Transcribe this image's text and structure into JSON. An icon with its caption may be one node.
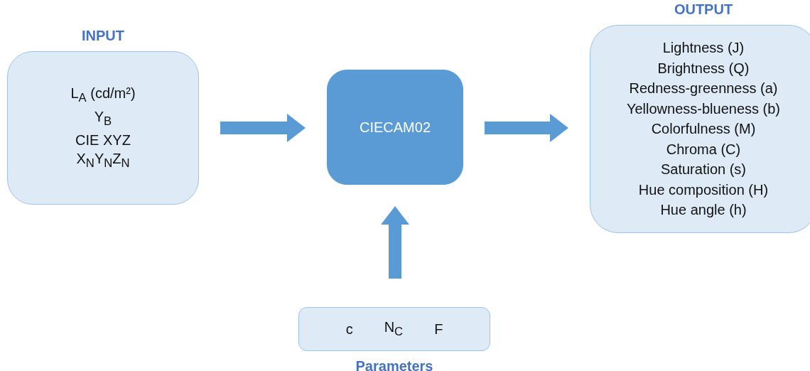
{
  "diagram": {
    "nodes": [
      {
        "text": [
          "INPUT",
          "L$_{A}$ (cd/m²)",
          "Y$_{B}$",
          "CIE XYZ",
          "X$_{N}$Y$_{N}$Z$_{N}$"
        ]
      },
      {
        "text": [
          "CIECAM02"
        ]
      },
      {
        "text": [
          "OUTPUT",
          "Lightness (J)",
          "Brightness (Q)",
          "Redness-greenness (a)",
          "Yellowness-blueness (b)",
          "Colorfulness (M)",
          "Chroma (C)",
          "Saturation (s)",
          "Hue composition (H)",
          "Hue angle (h)"
        ]
      },
      {
        "text": [
          "c",
          "N$_{C}$",
          "F",
          "Parameters"
        ]
      }
    ],
    "edges": [
      {
        "from": 0,
        "to": 1,
        "arrow": "to"
      },
      {
        "from": 1,
        "to": 2,
        "arrow": "to"
      },
      {
        "from": 3,
        "to": 1,
        "arrow": "to"
      }
    ]
  }
}
